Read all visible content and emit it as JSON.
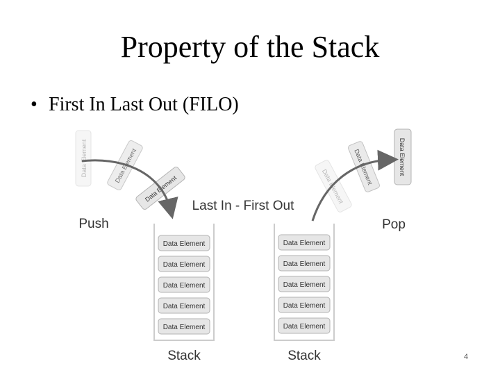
{
  "slide": {
    "title": "Property of the Stack",
    "bullet": "First In Last Out (FILO)",
    "page_number": "4"
  },
  "diagram": {
    "heading": "Last In - First Out",
    "push_label": "Push",
    "pop_label": "Pop",
    "left_stack": {
      "label": "Stack",
      "items": [
        "Data Element",
        "Data Element",
        "Data Element",
        "Data Element",
        "Data Element"
      ]
    },
    "right_stack": {
      "label": "Stack",
      "items": [
        "Data Element",
        "Data Element",
        "Data Element",
        "Data Element",
        "Data Element"
      ]
    },
    "push_elements": [
      "Data Element",
      "Data Element",
      "Data Element"
    ],
    "pop_elements": [
      "Data Element",
      "Data Element",
      "Data Element"
    ],
    "colors": {
      "element_fill": "#e6e6e6",
      "element_stroke": "#b3b3b3",
      "arrow": "#666666",
      "text": "#333333"
    }
  }
}
